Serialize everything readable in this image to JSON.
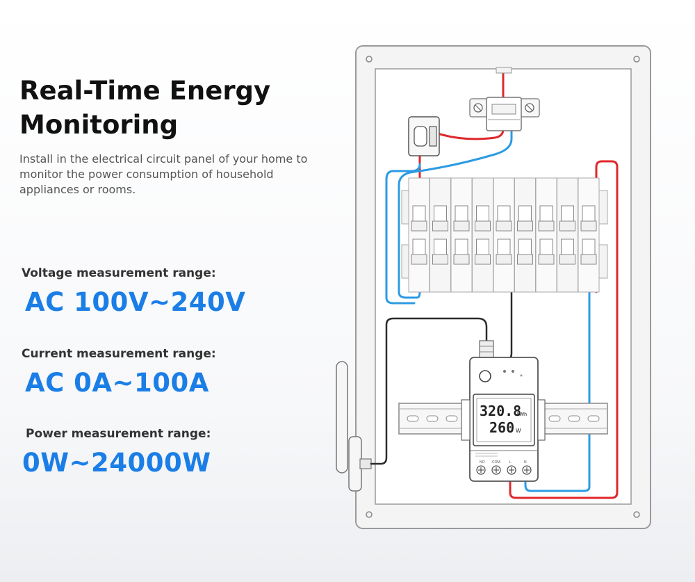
{
  "title_line1": "Real-Time Energy",
  "title_line2": "Monitoring",
  "description": "Install in the electrical circuit panel of your home to monitor the power consumption of household appliances or rooms.",
  "specs": [
    {
      "label": "Voltage measurement range:",
      "value": "AC 100V~240V"
    },
    {
      "label": "Current measurement range:",
      "value": "AC 0A~100A"
    },
    {
      "label": "Power measurement range:",
      "value": "0W~24000W"
    }
  ],
  "device": {
    "energy_value": "320.8",
    "energy_unit": "kWh",
    "power_value": "260",
    "power_unit": "W",
    "terminal_labels": [
      "NO",
      "COM",
      "L",
      "N"
    ]
  },
  "colors": {
    "accent": "#1a7ee6",
    "wire_red": "#e0272b",
    "wire_blue": "#2c9be3",
    "wire_black": "#2a2a2a"
  }
}
